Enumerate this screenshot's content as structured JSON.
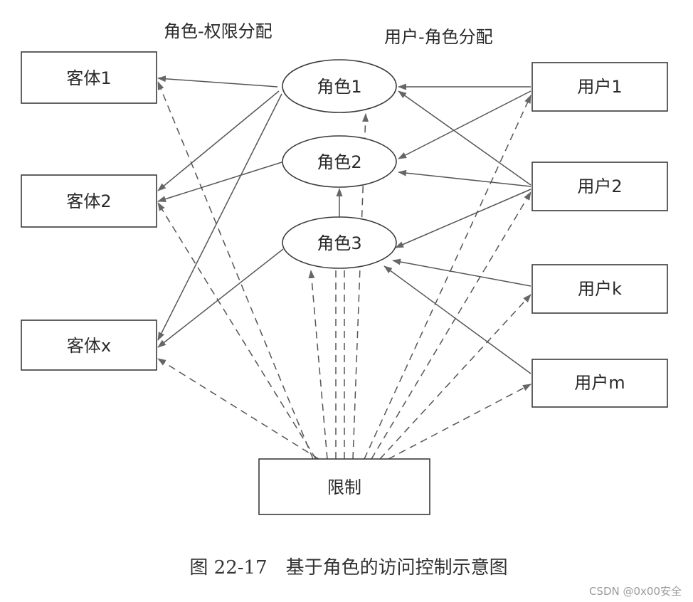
{
  "headers": {
    "role_permission": "角色-权限分配",
    "user_role": "用户-角色分配"
  },
  "objects": [
    "客体1",
    "客体2",
    "客体x"
  ],
  "roles": [
    "角色1",
    "角色2",
    "角色3"
  ],
  "users": [
    "用户1",
    "用户2",
    "用户k",
    "用户m"
  ],
  "constraint": "限制",
  "caption": "图 22-17　基于角色的访问控制示意图",
  "watermark": "CSDN @0x00安全",
  "edges": {
    "role_to_object": [
      {
        "from": "角色1",
        "to": "客体1"
      },
      {
        "from": "角色1",
        "to": "客体2"
      },
      {
        "from": "角色1",
        "to": "客体x"
      },
      {
        "from": "角色2",
        "to": "客体2"
      },
      {
        "from": "角色3",
        "to": "客体x"
      }
    ],
    "user_to_role": [
      {
        "from": "用户1",
        "to": "角色1"
      },
      {
        "from": "用户1",
        "to": "角色2"
      },
      {
        "from": "用户2",
        "to": "角色1"
      },
      {
        "from": "用户2",
        "to": "角色2"
      },
      {
        "from": "用户2",
        "to": "角色3"
      },
      {
        "from": "用户k",
        "to": "角色3"
      },
      {
        "from": "用户m",
        "to": "角色3"
      }
    ],
    "role_hierarchy": [
      {
        "from": "角色3",
        "to": "角色2"
      }
    ],
    "constraint_links": [
      "客体1",
      "客体2",
      "客体x",
      "角色1",
      "角色2",
      "角色3",
      "用户1",
      "用户2",
      "用户k",
      "用户m"
    ]
  }
}
